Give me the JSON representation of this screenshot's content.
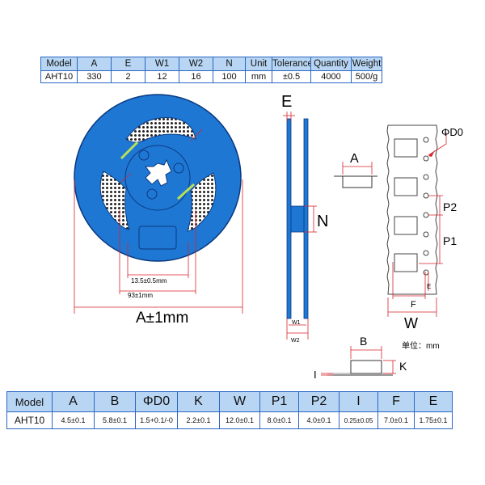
{
  "top_table": {
    "headers": [
      "Model",
      "A",
      "E",
      "W1",
      "W2",
      "N",
      "Unit",
      "Tolerance",
      "Quantity",
      "Weight"
    ],
    "row": [
      "AHT10",
      "330",
      "2",
      "12",
      "16",
      "100",
      "mm",
      "±0.5",
      "4000",
      "500/g"
    ]
  },
  "reel": {
    "dim_hub": "13.5±0.5mm",
    "dim_93": "93±1mm",
    "dim_a": "A±1mm"
  },
  "side_view": {
    "label_e": "E",
    "label_n": "N",
    "label_w1": "W1",
    "label_w2": "W2"
  },
  "tape": {
    "label_d0": "ΦD0",
    "label_p2": "P2",
    "label_p1": "P1",
    "label_a": "A",
    "label_e": "E",
    "label_f": "F",
    "label_w": "W",
    "unit_note": "单位：mm"
  },
  "component": {
    "label_b": "B",
    "label_k": "K",
    "label_i": "I"
  },
  "bottom_table": {
    "headers": [
      "Model",
      "A",
      "B",
      "ΦD0",
      "K",
      "W",
      "P1",
      "P2",
      "I",
      "F",
      "E"
    ],
    "row": [
      "AHT10",
      "4.5±0.1",
      "5.8±0.1",
      "1.5+0.1/-0",
      "2.2±0.1",
      "12.0±0.1",
      "8.0±0.1",
      "4.0±0.1",
      "0.25±0.05",
      "7.0±0.1",
      "1.75±0.1"
    ]
  },
  "colors": {
    "reel_blue": "#1f77d4",
    "reel_stroke": "#0a3a80",
    "dim_red": "#d8232a",
    "table_border": "#2a66c2",
    "table_header_bg": "#b8d6f3"
  }
}
